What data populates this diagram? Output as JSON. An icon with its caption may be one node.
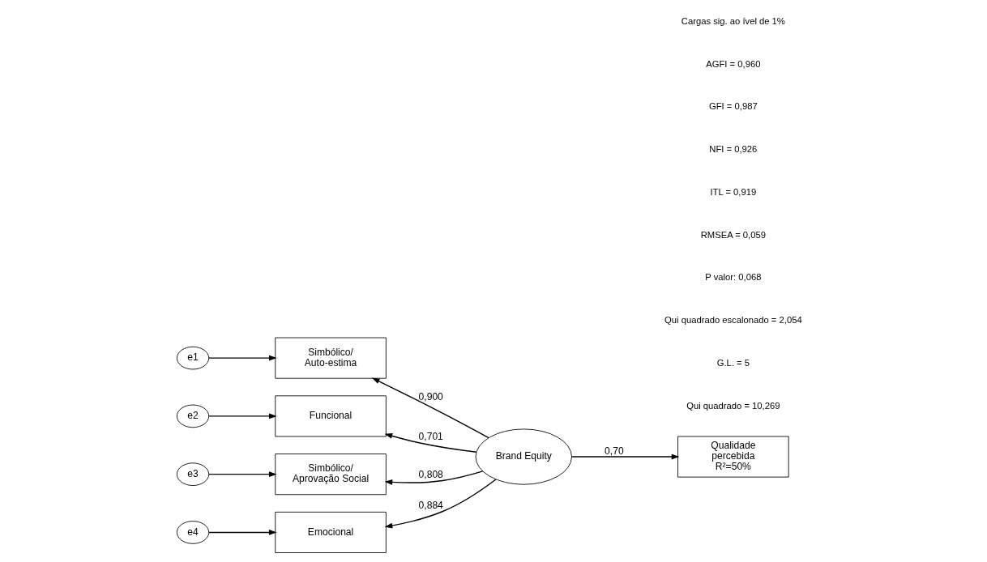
{
  "diagram": {
    "nodes": [
      {
        "text": [
          "e1"
        ]
      },
      {
        "text": [
          "e2"
        ]
      },
      {
        "text": [
          "e3"
        ]
      },
      {
        "text": [
          "e4"
        ]
      },
      {
        "text": [
          "Simbólico/ Auto-estima"
        ]
      },
      {
        "text": [
          "Funcional"
        ]
      },
      {
        "text": [
          "Simbólico/ Aprovação Social"
        ]
      },
      {
        "text": [
          "Emocional"
        ]
      },
      {
        "text": [
          "Brand Equity"
        ]
      },
      {
        "text": [
          "Qualidade percebida R²=50%"
        ]
      }
    ],
    "edges": [
      {
        "from": 0,
        "to": 4,
        "arrow": "to"
      },
      {
        "from": 1,
        "to": 5,
        "arrow": "to"
      },
      {
        "from": 2,
        "to": 6,
        "arrow": "to"
      },
      {
        "from": 3,
        "to": 7,
        "arrow": "to"
      },
      {
        "from": 8,
        "to": 4,
        "arrow": "to",
        "label": "0,900"
      },
      {
        "from": 8,
        "to": 5,
        "arrow": "to",
        "label": "0,701"
      },
      {
        "from": 8,
        "to": 6,
        "arrow": "to",
        "label": "0,808"
      },
      {
        "from": 8,
        "to": 7,
        "arrow": "to",
        "label": "0,884"
      },
      {
        "from": 8,
        "to": 9,
        "arrow": "to",
        "label": "0,70"
      }
    ],
    "labels": [
      "Qui quadrado = 10,269",
      "G.L. = 5",
      "Qui quadrado escalonado = 2,054",
      "P valor: 0,068",
      "RMSEA = 0,059",
      "ITL = 0,919",
      "NFI = 0,926",
      "GFI = 0,987",
      "AGFI = 0,960",
      "Cargas sig. ao ível de 1%"
    ]
  }
}
